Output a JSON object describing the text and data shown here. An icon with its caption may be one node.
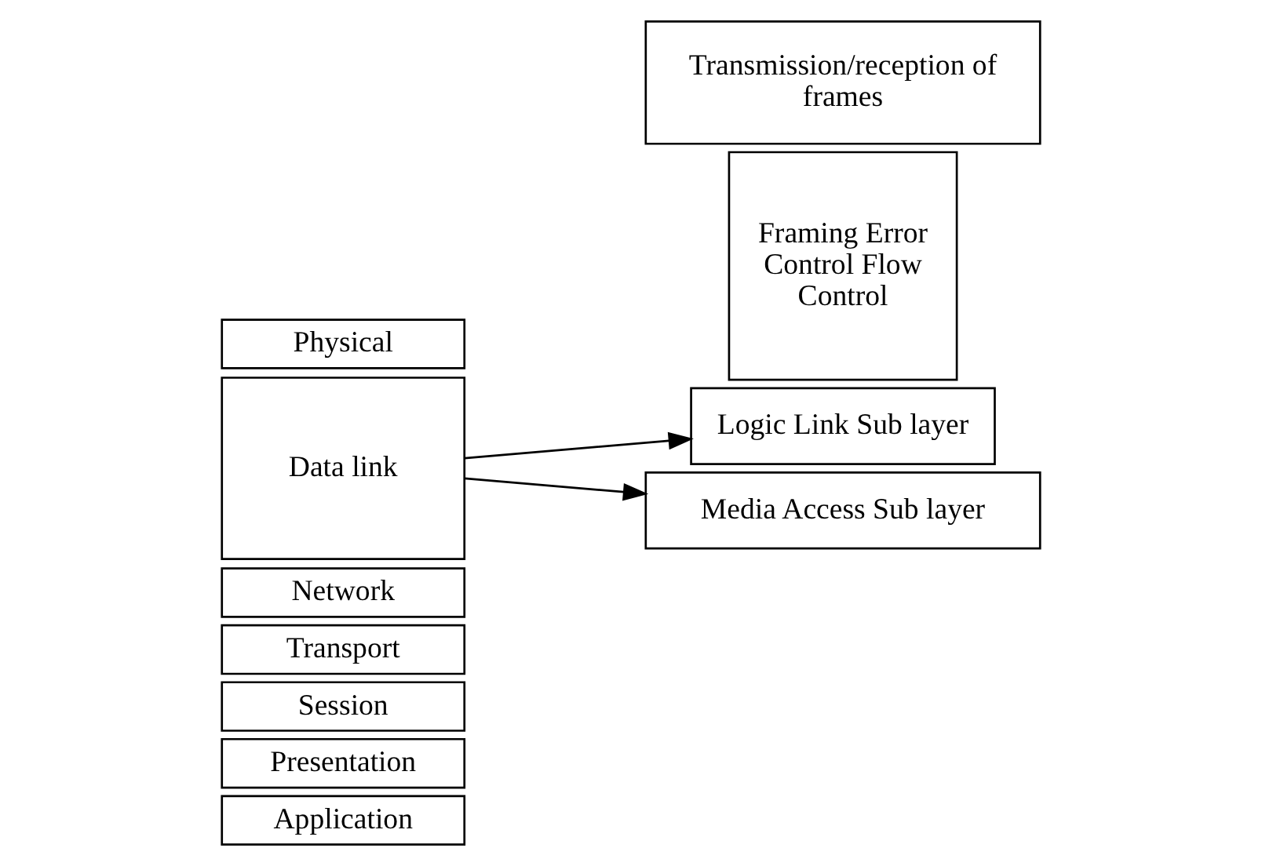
{
  "diagram": {
    "nodes": [
      {
        "text": [
          "Application"
        ]
      },
      {
        "text": [
          "Presentation"
        ]
      },
      {
        "text": [
          "Session"
        ]
      },
      {
        "text": [
          "Transport"
        ]
      },
      {
        "text": [
          "Network"
        ]
      },
      {
        "text": [
          "Data link"
        ]
      },
      {
        "text": [
          "Physical"
        ]
      },
      {
        "text": [
          "Logic Link Sub layer"
        ]
      },
      {
        "text": [
          "Framing Error Control Flow Control"
        ]
      },
      {
        "text": [
          "Media Access Sub layer"
        ]
      },
      {
        "text": [
          "Transmission/reception of frames"
        ]
      }
    ],
    "edges": [
      {
        "from": 5,
        "to": 7,
        "arrow": "to"
      },
      {
        "from": 5,
        "to": 9,
        "arrow": "to"
      }
    ]
  }
}
